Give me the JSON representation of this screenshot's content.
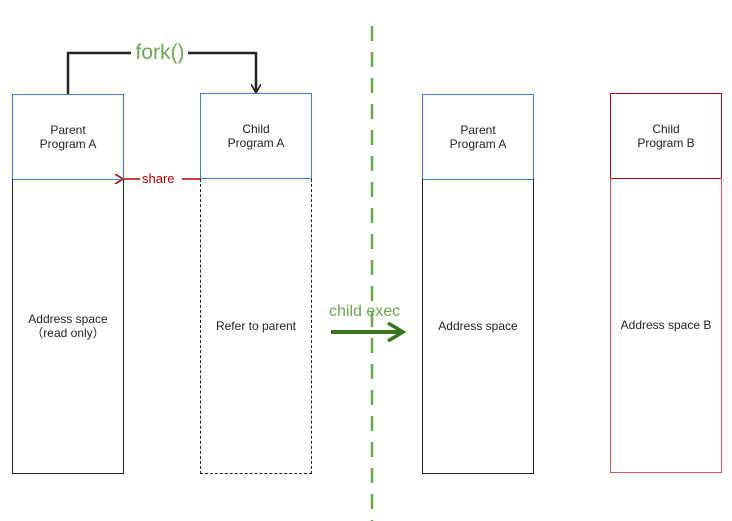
{
  "colors": {
    "blue_border": "#3f7fcb",
    "black_border": "#222222",
    "red_border": "#a01010",
    "light_red_border": "#d05c5c",
    "green_text": "#6aa84f",
    "dark_green_arrow": "#38761d",
    "share_red": "#b00000",
    "divider_green": "#6aa84f"
  },
  "left": {
    "fork_label": "fork()",
    "parent_header": "Parent\nProgram A",
    "parent_body": "Address space\n（read only）",
    "child_header": "Child\nProgram A",
    "child_body": "Refer to parent",
    "share_label": "share"
  },
  "transition": {
    "exec_label": "child exec"
  },
  "right": {
    "parent_header": "Parent\nProgram A",
    "parent_body": "Address space",
    "child_header": "Child\nProgram B",
    "child_body": "Address space B"
  }
}
